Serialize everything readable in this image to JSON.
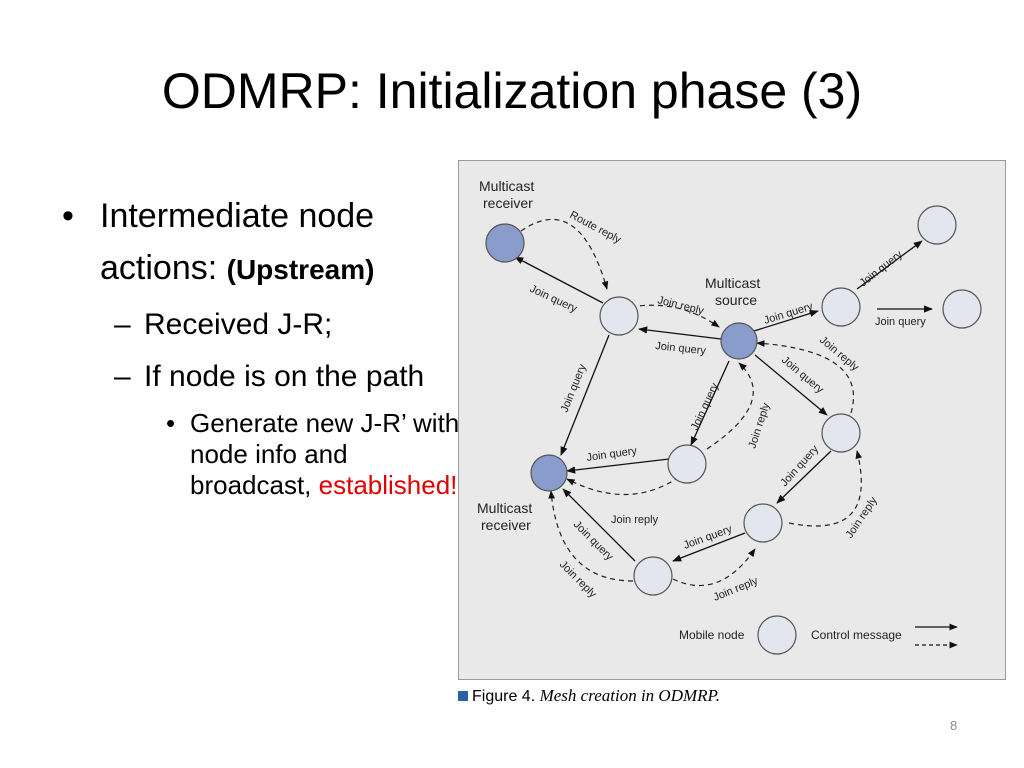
{
  "slide": {
    "title": "ODMRP: Initialization phase (3)",
    "page_number": "8"
  },
  "bullets": {
    "level1": {
      "text": "Intermediate node actions: ",
      "emphasis": "(Upstream)"
    },
    "level2": [
      "Received J-R;",
      "If node is on the path"
    ],
    "level3": {
      "text": "Generate new J-R’ with node info and broadcast, ",
      "highlight": "established!"
    }
  },
  "figure": {
    "caption_label": "Figure 4.",
    "caption_text": "Mesh creation in ODMRP.",
    "labels": {
      "receiver_top_1": "Multicast",
      "receiver_top_2": "receiver",
      "source_1": "Multicast",
      "source_2": "source",
      "receiver_bottom_1": "Multicast",
      "receiver_bottom_2": "receiver"
    },
    "edge_labels": {
      "route_reply": "Route reply",
      "join_query": "Join query",
      "join_reply": "Join reply"
    },
    "legend": {
      "mobile_node": "Mobile node",
      "control_message": "Control message"
    },
    "colors": {
      "receiver_node": "#8a9ccb",
      "mobile_node": "#e4e6ef",
      "background": "#e9e9e9"
    }
  }
}
